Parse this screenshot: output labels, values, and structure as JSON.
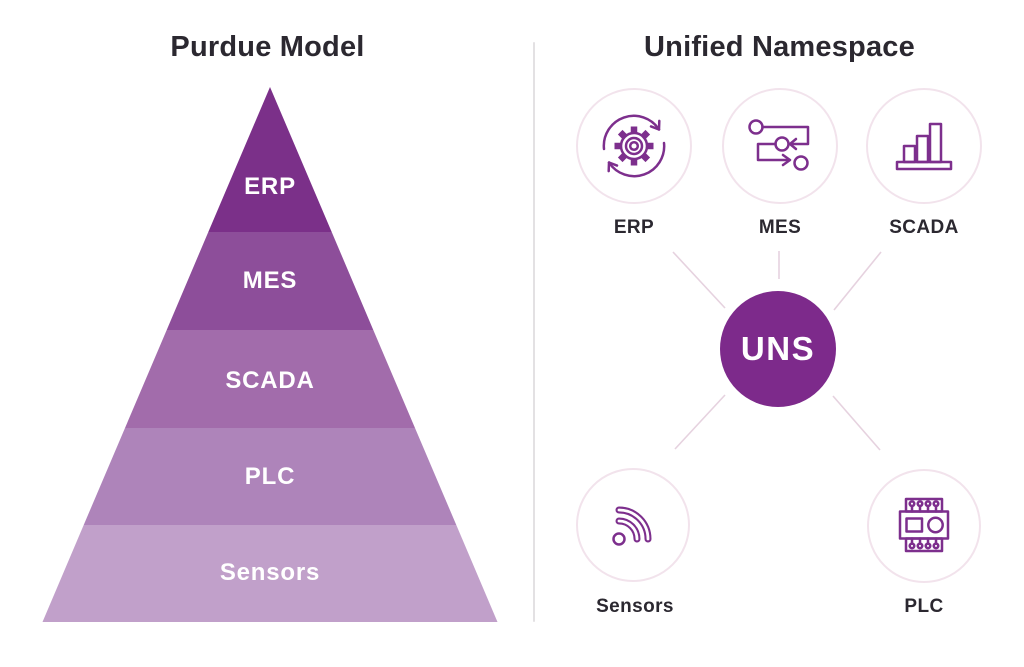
{
  "theme": {
    "background": "#ffffff",
    "title_color": "#2b2830",
    "divider_color": "#e3e1e3",
    "icon_stroke": "#7d2f8d",
    "node_circle_stroke": "#f2e3ec",
    "connector_color": "#e6d2df",
    "pyramid_label_color": "#ffffff",
    "node_label_color": "#2b2830",
    "hub_fill": "#7d2a8b",
    "hub_text_color": "#ffffff"
  },
  "left_panel": {
    "title": "Purdue Model",
    "pyramid_layers": [
      {
        "label": "ERP",
        "color": "#7b3089"
      },
      {
        "label": "MES",
        "color": "#8d4e9a"
      },
      {
        "label": "SCADA",
        "color": "#a26cab"
      },
      {
        "label": "PLC",
        "color": "#ae84ba"
      },
      {
        "label": "Sensors",
        "color": "#c1a0ca"
      }
    ]
  },
  "right_panel": {
    "title": "Unified Namespace",
    "hub": {
      "label": "UNS"
    },
    "nodes": [
      {
        "label": "ERP",
        "icon": "gear-cycle-icon"
      },
      {
        "label": "MES",
        "icon": "workflow-icon"
      },
      {
        "label": "SCADA",
        "icon": "bar-chart-icon"
      },
      {
        "label": "Sensors",
        "icon": "wifi-signal-icon"
      },
      {
        "label": "PLC",
        "icon": "plc-device-icon"
      }
    ]
  }
}
